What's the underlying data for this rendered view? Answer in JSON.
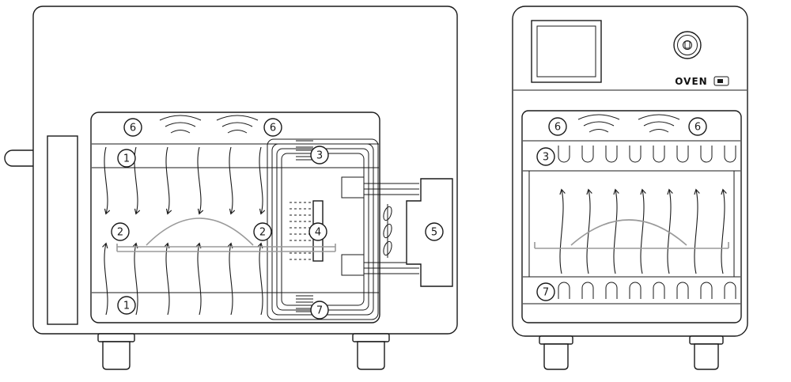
{
  "panel": {
    "brand": "OVEN"
  },
  "callouts": {
    "n1": "1",
    "n2": "2",
    "n3": "3",
    "n4": "4",
    "n5": "5",
    "n6": "6",
    "n7": "7"
  },
  "colors": {
    "line": "#1a1a1a",
    "tray": "#9a9a9a",
    "background": "#ffffff"
  }
}
